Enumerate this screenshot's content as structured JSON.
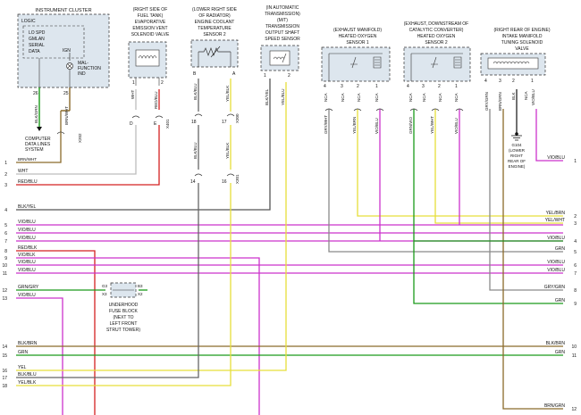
{
  "components": {
    "cluster": {
      "title": "INSTRUMENT CLUSTER",
      "logic": "LOGIC",
      "serial_lines": [
        "LO SPD",
        "GMLAN",
        "SERIAL",
        "DATA"
      ],
      "ign": "IGN",
      "mil_lines": [
        "MAL-",
        "FUNCTION",
        "IND"
      ],
      "pins": [
        "26",
        "25"
      ],
      "wire_labels": [
        "BLK/GRN",
        "BRN/WHT"
      ],
      "connector": "X202",
      "computer_lines": [
        "COMPUTER",
        "DATA LINES",
        "SYSTEM"
      ],
      "out_label": "BRN/WHT"
    },
    "evap": {
      "title_lines": [
        "(RIGHT SIDE OF",
        "FUEL TANK)",
        "EVAPORATIVE",
        "EMISSION VENT",
        "SOLENOID VALVE"
      ],
      "pins": [
        "1",
        "2"
      ],
      "wire_labels": [
        "WHT",
        "RED/BLU"
      ],
      "low_pins": [
        "D",
        "E"
      ],
      "connector": "X401"
    },
    "ect": {
      "title_lines": [
        "(LOWER RIGHT SIDE",
        "OF RADIATOR)",
        "ENGINE COOLANT",
        "TEMPERATURE",
        "SENSOR 2"
      ],
      "pins": [
        "B",
        "A"
      ],
      "wire_labels": [
        "BLK/BLU",
        "YEL/BLK"
      ],
      "mid_pins": [
        "18",
        "17"
      ],
      "mid_connector": "X300",
      "low_wire_labels": [
        "BLK/BLU",
        "YEL/BLK"
      ],
      "low_pins": [
        "14",
        "16"
      ],
      "low_connector": "X301"
    },
    "trans": {
      "title_lines": [
        "(IN AUTOMATIC",
        "TRANSMISSION)",
        "(M/T)",
        "TRANSMISSION",
        "OUTPUT SHAFT",
        "SPEED SENSOR"
      ],
      "pins": [
        "1",
        "2"
      ],
      "wire_labels": [
        "BLK/YEL",
        "YEL/BLU"
      ]
    },
    "o2s1": {
      "title_lines": [
        "(EXHAUST MANIFOLD)",
        "HEATED OXYGEN",
        "SENSOR 1"
      ],
      "pins": [
        "4",
        "3",
        "2",
        "1"
      ],
      "nca": [
        "NCA",
        "NCA",
        "NCA",
        "NCA"
      ],
      "wire_labels": [
        "GRY/WHT",
        "YEL/BRN",
        "VIO/BLU"
      ]
    },
    "o2s2": {
      "title_lines": [
        "(EXHAUST, DOWNSTREAM OF",
        "CATALYTIC CONVERTER)",
        "HEATED OXYGEN",
        "SENSOR 2"
      ],
      "pins": [
        "4",
        "3",
        "2",
        "1"
      ],
      "nca": [
        "NCA",
        "NCA",
        "NCA",
        "NCA"
      ],
      "wire_labels": [
        "GRN/VIO",
        "YEL/WHT",
        "VIO/BLU"
      ]
    },
    "imt": {
      "title_lines": [
        "(RIGHT REAR OF ENGINE)",
        "INTAKE MANIFOLD",
        "TUNING SOLENOID",
        "VALVE"
      ],
      "pins": [
        "4",
        "3",
        "2",
        "1"
      ],
      "nca": [
        "NCA"
      ],
      "wire_labels": [
        "GRY/GRN",
        "BRN/GRN",
        "BLK",
        "VIO/BLU"
      ],
      "ground_lines": [
        "G104",
        "(LOWER",
        "RIGHT",
        "REAR OF",
        "ENGINE)"
      ]
    },
    "fuse": {
      "lines": [
        "UNDERHOOD",
        "FUSE BLOCK",
        "(NEXT TO",
        "LEFT FRONT",
        "STRUT TOWER)"
      ],
      "pins": [
        "G3",
        "B3",
        "X3",
        "X2"
      ]
    }
  },
  "left_wires": [
    {
      "num": "1",
      "label": "BRN/WHT"
    },
    {
      "num": "2",
      "label": "WHT"
    },
    {
      "num": "3",
      "label": "RED/BLU"
    },
    {
      "num": "4",
      "label": "BLK/YEL"
    },
    {
      "num": "5",
      "label": "VIO/BLU"
    },
    {
      "num": "6",
      "label": "VIO/BLU"
    },
    {
      "num": "7",
      "label": "VIO/BLU"
    },
    {
      "num": "8",
      "label": "RED/BLK"
    },
    {
      "num": "9",
      "label": "VIO/BLK"
    },
    {
      "num": "10",
      "label": "VIO/BLU"
    },
    {
      "num": "11",
      "label": "VIO/BLU"
    },
    {
      "num": "12",
      "label": "GRN/GRY"
    },
    {
      "num": "13",
      "label": "VIO/BLU"
    },
    {
      "num": "14",
      "label": "BLK/BRN"
    },
    {
      "num": "15",
      "label": "GRN"
    },
    {
      "num": "16",
      "label": "YEL"
    },
    {
      "num": "17",
      "label": "BLK/BLU"
    },
    {
      "num": "18",
      "label": "YEL/BLK"
    }
  ],
  "right_wires": [
    {
      "num": "1",
      "label": "VIO/BLU"
    },
    {
      "num": "2",
      "label": "YEL/BRN"
    },
    {
      "num": "3",
      "label": "YEL/WHT"
    },
    {
      "num": "4",
      "label": "VIO/BLU"
    },
    {
      "num": "5",
      "label": "GRN"
    },
    {
      "num": "6",
      "label": "VIO/BLU"
    },
    {
      "num": "7",
      "label": "VIO/BLU"
    },
    {
      "num": "8",
      "label": "GRY/GRN"
    },
    {
      "num": "9",
      "label": "GRN"
    },
    {
      "num": "10",
      "label": "BLK/BRN"
    },
    {
      "num": "11",
      "label": "GRN"
    },
    {
      "num": "12",
      "label": "BRN/GRN"
    }
  ],
  "colors": {
    "brn": "#8a6a2a",
    "red": "#d42020",
    "yel": "#e6df3a",
    "vio": "#cc33cc",
    "grn": "#1a9a1a",
    "gry": "#8a8a8a",
    "blk": "#222222",
    "wht": "#bdbdbd",
    "box_fill": "#dde6ee"
  }
}
